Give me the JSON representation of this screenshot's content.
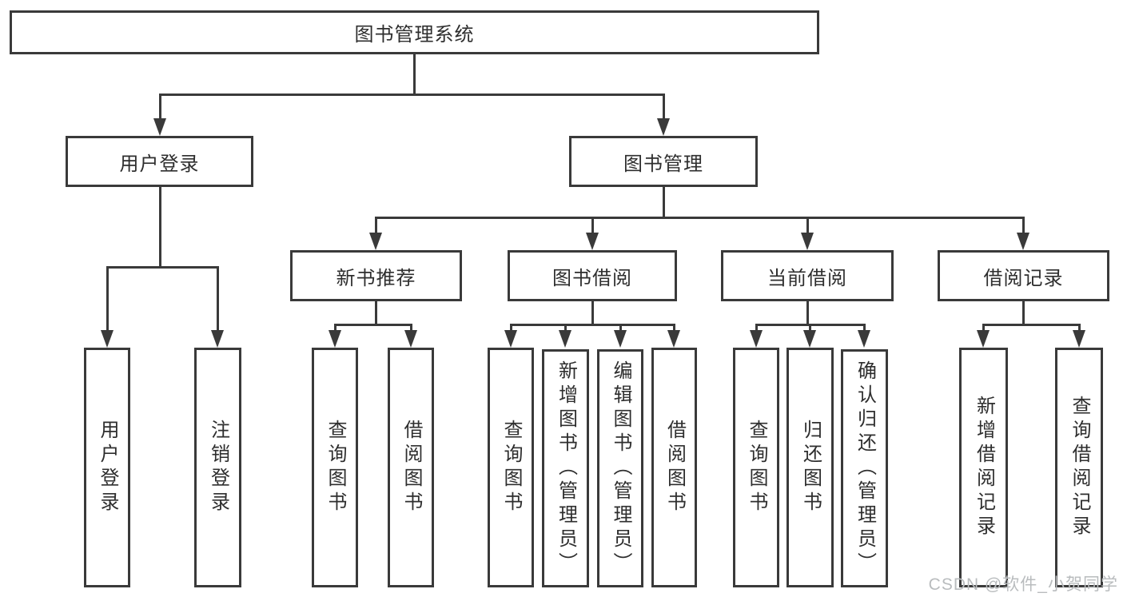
{
  "diagram": {
    "title": "图书管理系统",
    "root": {
      "label": "图书管理系统"
    },
    "level2": [
      {
        "label": "用户登录"
      },
      {
        "label": "图书管理"
      }
    ],
    "level3": [
      {
        "label": "新书推荐"
      },
      {
        "label": "图书借阅"
      },
      {
        "label": "当前借阅"
      },
      {
        "label": "借阅记录"
      }
    ],
    "leaves": {
      "user_login": [
        "用户登录",
        "注销登录"
      ],
      "new_books": [
        "查询图书",
        "借阅图书"
      ],
      "book_borrow": [
        "查询图书",
        "新增图书（管理员）",
        "编辑图书（管理员）",
        "借阅图书"
      ],
      "current_borrow": [
        "查询图书",
        "归还图书",
        "确认归还（管理员）"
      ],
      "borrow_records": [
        "新增借阅记录",
        "查询借阅记录"
      ]
    },
    "watermark": "CSDN @软件_小贺同学",
    "colors": {
      "line": "#3a3a3a",
      "text": "#2e2e2e",
      "background": "#ffffff",
      "watermark": "#b9bcbe"
    }
  }
}
